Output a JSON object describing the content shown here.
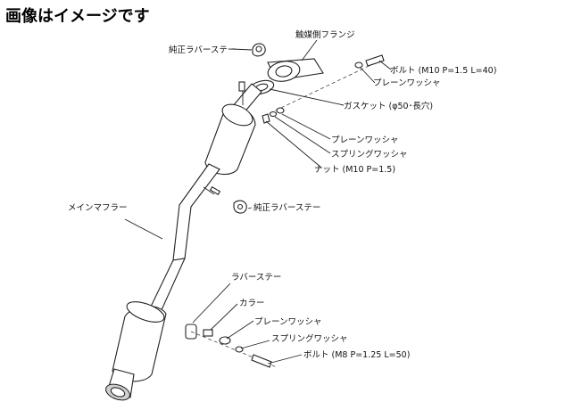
{
  "title": "画像はイメージです",
  "labels": {
    "stay_rubber_top": "純正ラバーステー",
    "flange": "触媒側フランジ",
    "bolt_m10": "ボルト (M10 P=1.5 L=40)",
    "plain_washer_1": "プレーンワッシャ",
    "gasket": "ガスケット (φ50･長穴)",
    "plain_washer_2": "プレーンワッシャ",
    "spring_washer_1": "スプリングワッシャ",
    "nut": "ナット (M10 P=1.5)",
    "main_muffler": "メインマフラー",
    "stay_rubber_mid": "純正ラバーステー",
    "rubber_stay": "ラバーステー",
    "collar": "カラー",
    "plain_washer_3": "プレーンワッシャ",
    "spring_washer_2": "スプリングワッシャ",
    "bolt_m8": "ボルト (M8 P=1.25 L=50)"
  }
}
